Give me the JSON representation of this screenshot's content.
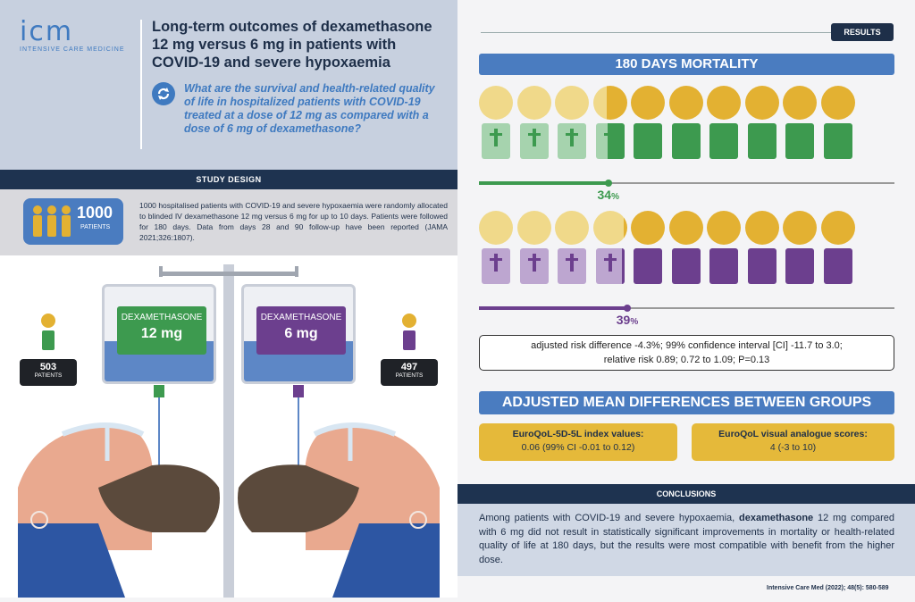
{
  "brand": {
    "logo": "icm",
    "sub": "INTENSIVE CARE MEDICINE"
  },
  "title": "Long-term outcomes of dexamethasone 12 mg versus 6 mg in patients with COVID-19 and severe hypoxaemia",
  "question": "What are the survival and health-related quality of life in hospitalized patients with COVID-19 treated at a dose of 12 mg as compared with a dose of 6 mg of dexamethasone?",
  "study_design": {
    "header": "STUDY DESIGN",
    "patients_count": "1000",
    "patients_label": "PATIENTS",
    "text": "1000 hospitalised patients with COVID-19 and severe hypoxaemia were randomly allocated to blinded IV dexamethasone 12 mg versus 6 mg for up to 10 days. Patients were followed for 180 days. Data from days 28 and 90 follow-up have been reported (JAMA 2021;326:1807)."
  },
  "arms": [
    {
      "drug": "DEXAMETHASONE",
      "dose": "12 mg",
      "patients": "503",
      "patients_label": "PATIENTS",
      "color": "#3d9a4f"
    },
    {
      "drug": "DEXAMETHASONE",
      "dose": "6 mg",
      "patients": "497",
      "patients_label": "PATIENTS",
      "color": "#6c3f8e"
    }
  ],
  "results": {
    "tag": "RESULTS",
    "mortality_title": "180 DAYS MORTALITY",
    "groups": [
      {
        "pct": "34",
        "pct_sign": "%",
        "fraction": 0.34,
        "color": "#3d9a4f",
        "light": "#a6d3ae",
        "dead_count": 3.4,
        "total": 10
      },
      {
        "pct": "39",
        "pct_sign": "%",
        "fraction": 0.39,
        "color": "#6c3f8e",
        "light": "#bda6d0",
        "dead_count": 3.9,
        "total": 10
      }
    ],
    "risk_text_1": "adjusted risk difference -4.3%; 99% confidence interval [CI] -11.7 to 3.0;",
    "risk_text_2": "relative risk 0.89; 0.72 to 1.09; P=0.13",
    "amd_title": "ADJUSTED MEAN DIFFERENCES BETWEEN GROUPS",
    "eq5d_title": "EuroQoL-5D-5L index values:",
    "eq5d_value": "0.06 (99% CI -0.01 to 0.12)",
    "vas_title": "EuroQoL visual analogue scores:",
    "vas_value": "4 (-3 to 10)"
  },
  "conclusions": {
    "header": "CONCLUSIONS",
    "text_pre": "Among patients with COVID-19 and severe hypoxaemia, ",
    "text_bold": "dexamethasone",
    "text_post": " 12 mg compared with 6 mg did not result in statistically significant improvements in mortality or health-related quality of life at 180 days, but the results were most compatible with benefit from the higher dose."
  },
  "citation": "Intensive Care Med (2022); 48(5): 580-589",
  "colors": {
    "navy": "#1e3350",
    "blue": "#4a7cc0",
    "gold": "#e5b93a",
    "head_light": "#f0d98a",
    "head_dark": "#e3b132"
  }
}
